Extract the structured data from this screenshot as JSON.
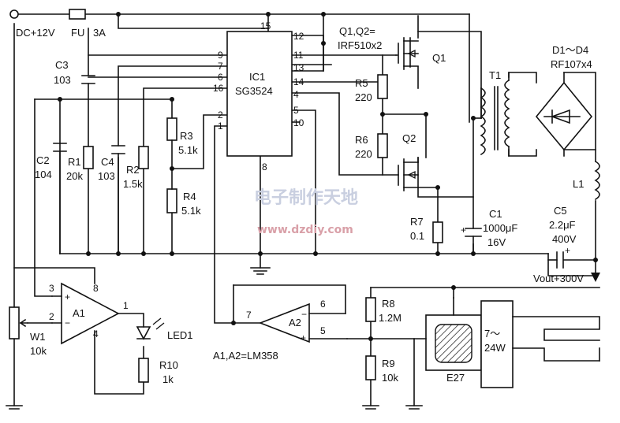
{
  "supply": {
    "label": "DC+12V",
    "fuse": "FU",
    "fuse_rating": "3A"
  },
  "ic": {
    "name": "IC1",
    "part": "SG3524",
    "pins": {
      "p15": "15",
      "p12": "12",
      "p11": "11",
      "p13": "13",
      "p14": "14",
      "p4": "4",
      "p5": "5",
      "p10": "10",
      "p9": "9",
      "p7": "7",
      "p6": "6",
      "p16": "16",
      "p2": "2",
      "p1": "1",
      "p8": "8"
    }
  },
  "mosfet": {
    "note": "Q1,Q2=",
    "part": "IRF510x2",
    "q1": "Q1",
    "q2": "Q2"
  },
  "transformer": {
    "label": "T1"
  },
  "diodes": {
    "label": "D1～D4",
    "part": "RF107x4"
  },
  "inductor": {
    "label": "L1"
  },
  "caps": {
    "c3": {
      "name": "C3",
      "value": "103"
    },
    "c2": {
      "name": "C2",
      "value": "104"
    },
    "c4": {
      "name": "C4",
      "value": "103"
    },
    "c1": {
      "name": "C1",
      "value": "1000μF",
      "voltage": "16V"
    },
    "c5": {
      "name": "C5",
      "value": "2.2μF",
      "voltage": "400V"
    }
  },
  "resistors": {
    "r1": {
      "name": "R1",
      "value": "20k"
    },
    "r2": {
      "name": "R2",
      "value": "1.5k"
    },
    "r3": {
      "name": "R3",
      "value": "5.1k"
    },
    "r4": {
      "name": "R4",
      "value": "5.1k"
    },
    "r5": {
      "name": "R5",
      "value": "220"
    },
    "r6": {
      "name": "R6",
      "value": "220"
    },
    "r7": {
      "name": "R7",
      "value": "0.1"
    },
    "r8": {
      "name": "R8",
      "value": "1.2M"
    },
    "r9": {
      "name": "R9",
      "value": "10k"
    },
    "r10": {
      "name": "R10",
      "value": "1k"
    }
  },
  "pot": {
    "name": "W1",
    "value": "10k"
  },
  "led": {
    "name": "LED1"
  },
  "opamps": {
    "a1": {
      "name": "A1",
      "p3": "3",
      "p2": "2",
      "p1": "1",
      "p8": "8",
      "p4": "4"
    },
    "a2": {
      "name": "A2",
      "p6": "6",
      "p5": "5",
      "p7": "7"
    },
    "note": "A1,A2=LM358"
  },
  "output": {
    "label": "Vout+300V"
  },
  "lamp": {
    "rating": "7～",
    "watt": "24W",
    "socket": "E27"
  },
  "watermark": {
    "cn": "电子制作天地",
    "url": "www.dzdiy.com"
  }
}
